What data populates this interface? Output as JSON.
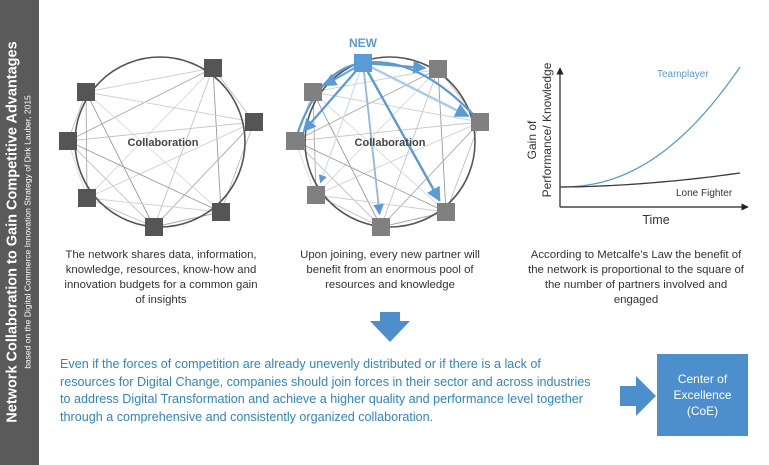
{
  "sidebar": {
    "title": "Network Collaboration to Gain Competitive Advantages",
    "subtitle": "based on the Digital Commerce Innovation Strategy of Dirk Lauber, 2015"
  },
  "panels": {
    "network1": {
      "center_label": "Collaboration",
      "caption_lines": [
        "The network shares data, information,",
        "knowledge, resources, know-how and",
        "innovation budgets for a common gain",
        "of insights"
      ]
    },
    "network2": {
      "new_label": "NEW",
      "center_label": "Collaboration",
      "caption_lines": [
        "Upon joining, every new partner will",
        "benefit from an enormous pool of",
        "resources and knowledge"
      ]
    },
    "growth": {
      "caption_lines": [
        "According to Metcalfe's Law the benefit of",
        "the network is proportional to the square of",
        "the number of partners involved and",
        "engaged"
      ]
    }
  },
  "chart_data": {
    "type": "line",
    "xlabel": "Time",
    "ylabel_lines": [
      "Gain of",
      "Performance/ Knowledge"
    ],
    "series": [
      {
        "name": "Teamplayer",
        "color": "#5b9bd5",
        "shape": "quadratic"
      },
      {
        "name": "Lone Fighter",
        "color": "#3a3a3a",
        "shape": "linear-slow"
      }
    ],
    "grid": false
  },
  "bottom": {
    "lines": [
      "Even if the forces of competition are already unevenly distributed or if there is a lack of",
      "resources for Digital Change, companies should join forces in their sector and across industries",
      "to address Digital Transformation and achieve a higher quality and performance level together",
      "through a comprehensive and consistently organized collaboration."
    ]
  },
  "coe": {
    "lines": [
      "Center of",
      "Excellence",
      "(CoE)"
    ]
  },
  "colors": {
    "sidebar": "#5a5a5a",
    "accent_blue": "#5b9bd5",
    "text_blue": "#2e86c1",
    "node_dark": "#555555",
    "node_gray": "#808080"
  }
}
